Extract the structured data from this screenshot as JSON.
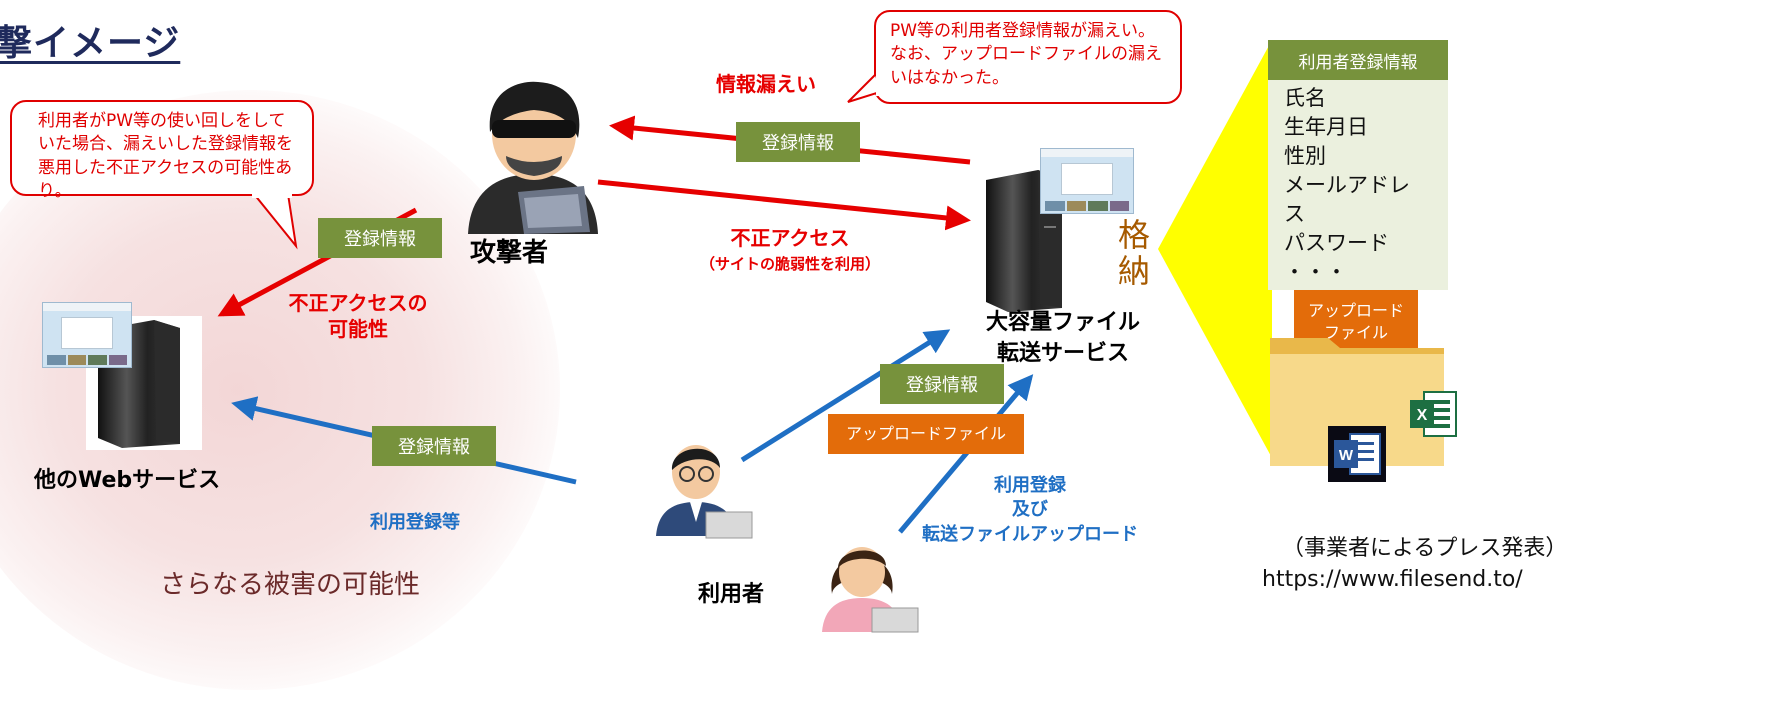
{
  "page_title": "撃イメージ",
  "callouts": {
    "leak": "PW等の利用者登録情報が漏えい。なお、アップロードファイルの漏えいはなかった。",
    "reuse": "利用者がPW等の使い回しをしていた場合、漏えいした登録情報を悪用した不正アクセスの可能性あり。"
  },
  "actors": {
    "attacker": "攻撃者",
    "other_web": "他のWebサービス",
    "file_service": [
      "大容量ファイル",
      "転送サービス"
    ],
    "user": "利用者"
  },
  "arrow_labels": {
    "info_leak": "情報漏えい",
    "unauthorized_access": [
      "不正アクセス",
      "（サイトの脆弱性を利用）"
    ],
    "possible_unauthorized": [
      "不正アクセスの",
      "可能性"
    ],
    "registration_etc": "利用登録等",
    "register_and_upload": [
      "利用登録",
      "及び",
      "転送ファイルアップロード"
    ]
  },
  "badges": {
    "registration_info": "登録情報",
    "upload_file": "アップロードファイル",
    "upload_file_stacked": [
      "アップロード",
      "ファイル"
    ]
  },
  "storage_label": [
    "格",
    "納"
  ],
  "registration_panel": {
    "header": "利用者登録情報",
    "items": [
      "氏名",
      "生年月日",
      "性別",
      "メールアドレ",
      "ス",
      "パスワード",
      "・・・"
    ]
  },
  "further_damage": "さらなる被害の可能性",
  "source": {
    "caption": "（事業者によるプレス発表）",
    "url": "https://www.filesend.to/"
  },
  "colors": {
    "attack_red": "#e60000",
    "user_blue": "#1f6fc4",
    "badge_green": "#77923c",
    "badge_orange": "#e36c0a",
    "storage_yellow": "#ffff00",
    "title_navy": "#1f2a5c"
  },
  "icons": [
    "hacker-icon",
    "server-icon",
    "user-male-icon",
    "user-female-icon",
    "folder-icon",
    "excel-icon",
    "word-icon",
    "website-screenshot-icon"
  ]
}
